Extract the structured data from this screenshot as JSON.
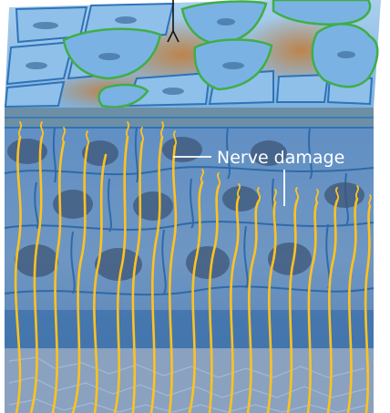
{
  "annotations": {
    "nerve_damage_label": "Nerve damage"
  },
  "colors": {
    "surface_cell_blue": "#7ab3e3",
    "surface_cell_border": "#2f73b8",
    "damaged_cell_outline": "#3fae49",
    "inflamed_tissue": "#b08a4c",
    "deep_layer_blue": "#4b77a8",
    "nerve_fiber_yellow": "#ffc21f",
    "cell_nucleus": "#3e5677",
    "base_layer_grey": "#8aa2bf"
  },
  "icons": [
    "nerve-fiber",
    "skin-cell",
    "damaged-cell",
    "leader-line"
  ]
}
